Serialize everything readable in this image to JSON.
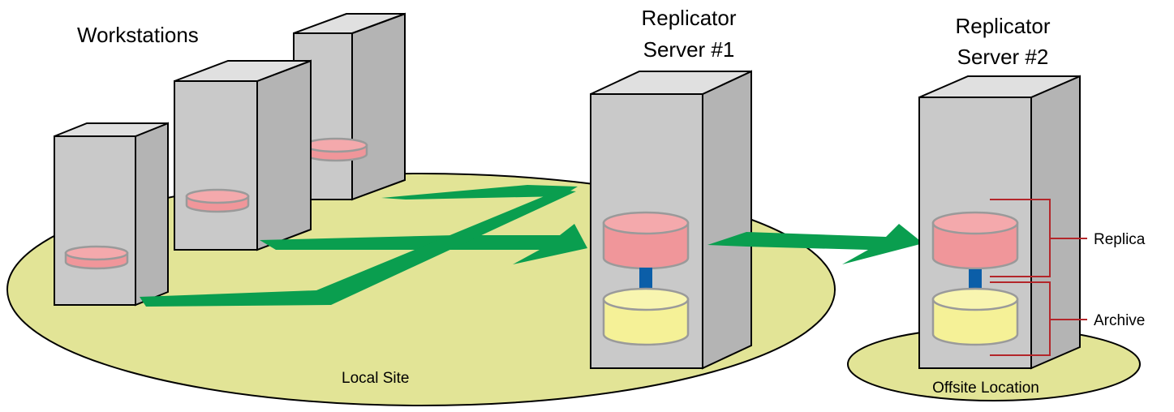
{
  "labels": {
    "workstations": "Workstations",
    "server1_line1": "Replicator",
    "server1_line2": "Server #1",
    "server2_line1": "Replicator",
    "server2_line2": "Server #2",
    "local_site": "Local Site",
    "offsite_location": "Offsite Location",
    "replica": "Replica",
    "archive": "Archive"
  },
  "colors": {
    "site_fill": "#e2e496",
    "flow_arrow": "#0a9e4f",
    "copy_arrow": "#0b5ea8",
    "replica_disk": "#f0969a",
    "archive_disk": "#f5f197",
    "bracket": "#b3262a",
    "tower": "#c9c9c9"
  }
}
